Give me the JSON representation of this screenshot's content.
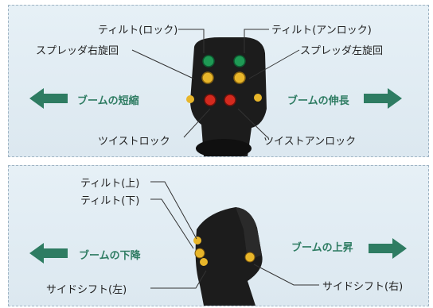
{
  "top_panel": {
    "labels": {
      "tilt_lock": "ティルト(ロック)",
      "tilt_unlock": "ティルト(アンロック)",
      "spreader_right_rotate": "スプレッダ右旋回",
      "spreader_left_rotate": "スプレッダ左旋回",
      "twist_lock": "ツイストロック",
      "twist_unlock": "ツイストアンロック"
    },
    "directions": {
      "left": "ブームの短縮",
      "right": "ブームの伸長"
    }
  },
  "bottom_panel": {
    "labels": {
      "tilt_up": "ティルト(上)",
      "tilt_down": "ティルト(下)",
      "side_shift_left": "サイドシフト(左)",
      "side_shift_right": "サイドシフト(右)"
    },
    "directions": {
      "left": "ブームの下降",
      "right": "ブームの上昇"
    }
  },
  "colors": {
    "arrow": "#2e7c62",
    "panel_bg": "#e2edf4",
    "green_button": "#1f9a55",
    "yellow_button": "#e8b62a",
    "red_button": "#d42a1e",
    "joystick": "#1c1c1c"
  }
}
